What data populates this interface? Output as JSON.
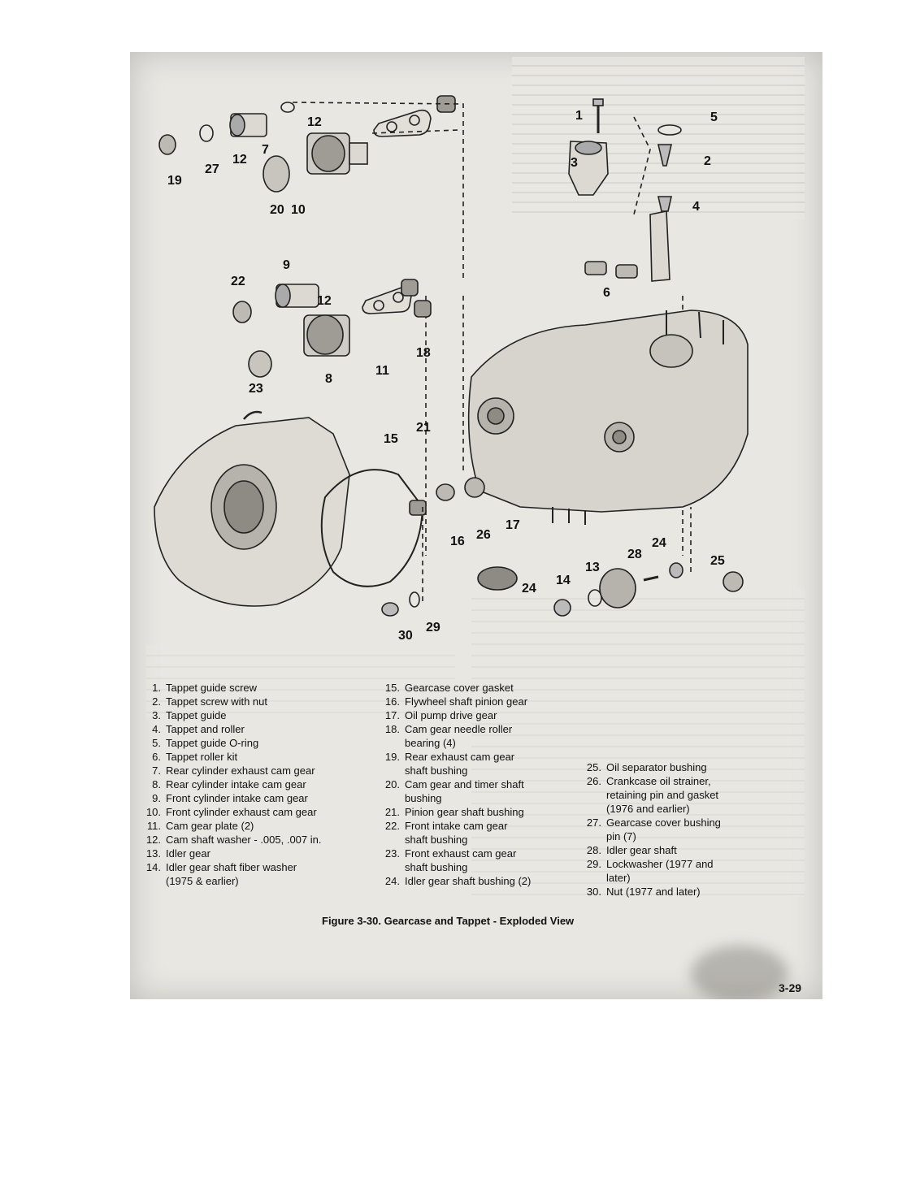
{
  "callouts": [
    {
      "id": "c1",
      "label": "1"
    },
    {
      "id": "c2",
      "label": "2"
    },
    {
      "id": "c3",
      "label": "3"
    },
    {
      "id": "c4",
      "label": "4"
    },
    {
      "id": "c5",
      "label": "5"
    },
    {
      "id": "c6",
      "label": "6"
    },
    {
      "id": "c7",
      "label": "7"
    },
    {
      "id": "c8",
      "label": "8"
    },
    {
      "id": "c9",
      "label": "9"
    },
    {
      "id": "c10",
      "label": "10"
    },
    {
      "id": "c11",
      "label": "11"
    },
    {
      "id": "c12a",
      "label": "12"
    },
    {
      "id": "c12b",
      "label": "12"
    },
    {
      "id": "c12c",
      "label": "12"
    },
    {
      "id": "c13",
      "label": "13"
    },
    {
      "id": "c14",
      "label": "14"
    },
    {
      "id": "c15",
      "label": "15"
    },
    {
      "id": "c16",
      "label": "16"
    },
    {
      "id": "c17",
      "label": "17"
    },
    {
      "id": "c18",
      "label": "18"
    },
    {
      "id": "c19",
      "label": "19"
    },
    {
      "id": "c20",
      "label": "20"
    },
    {
      "id": "c21",
      "label": "21"
    },
    {
      "id": "c22",
      "label": "22"
    },
    {
      "id": "c23",
      "label": "23"
    },
    {
      "id": "c24a",
      "label": "24"
    },
    {
      "id": "c24b",
      "label": "24"
    },
    {
      "id": "c25",
      "label": "25"
    },
    {
      "id": "c26",
      "label": "26"
    },
    {
      "id": "c27",
      "label": "27"
    },
    {
      "id": "c28",
      "label": "28"
    },
    {
      "id": "c29",
      "label": "29"
    },
    {
      "id": "c30",
      "label": "30"
    }
  ],
  "legend": {
    "col1": [
      {
        "num": "1.",
        "text": "Tappet guide screw"
      },
      {
        "num": "2.",
        "text": "Tappet screw with nut"
      },
      {
        "num": "3.",
        "text": "Tappet guide"
      },
      {
        "num": "4.",
        "text": "Tappet and roller"
      },
      {
        "num": "5.",
        "text": "Tappet guide O-ring"
      },
      {
        "num": "6.",
        "text": "Tappet roller kit"
      },
      {
        "num": "7.",
        "text": "Rear cylinder exhaust cam gear"
      },
      {
        "num": "8.",
        "text": "Rear cylinder intake cam gear"
      },
      {
        "num": "9.",
        "text": "Front cylinder intake cam gear"
      },
      {
        "num": "10.",
        "text": "Front cylinder exhaust cam gear"
      },
      {
        "num": "11.",
        "text": "Cam gear plate (2)"
      },
      {
        "num": "12.",
        "text": "Cam shaft washer - .005, .007 in."
      },
      {
        "num": "13.",
        "text": "Idler gear"
      },
      {
        "num": "14.",
        "text": "Idler gear shaft fiber washer (1975 & earlier)"
      }
    ],
    "col2": [
      {
        "num": "15.",
        "text": "Gearcase cover gasket"
      },
      {
        "num": "16.",
        "text": "Flywheel shaft pinion gear"
      },
      {
        "num": "17.",
        "text": "Oil pump drive gear"
      },
      {
        "num": "18.",
        "text": "Cam gear needle roller bearing (4)"
      },
      {
        "num": "19.",
        "text": "Rear exhaust cam gear shaft bushing"
      },
      {
        "num": "20.",
        "text": "Cam gear and timer shaft bushing"
      },
      {
        "num": "21.",
        "text": "Pinion gear shaft bushing"
      },
      {
        "num": "22.",
        "text": "Front intake cam gear shaft bushing"
      },
      {
        "num": "23.",
        "text": "Front exhaust cam gear shaft bushing"
      },
      {
        "num": "24.",
        "text": "Idler gear shaft bushing (2)"
      }
    ],
    "col3": [
      {
        "num": "25.",
        "text": "Oil separator bushing"
      },
      {
        "num": "26.",
        "text": "Crankcase oil strainer, retaining pin and gasket (1976 and earlier)"
      },
      {
        "num": "27.",
        "text": "Gearcase cover bushing pin (7)"
      },
      {
        "num": "28.",
        "text": "Idler gear shaft"
      },
      {
        "num": "29.",
        "text": "Lockwasher (1977 and later)"
      },
      {
        "num": "30.",
        "text": "Nut (1977 and later)"
      }
    ]
  },
  "caption": "Figure 3-30. Gearcase and Tappet - Exploded View",
  "page_number": "3-29"
}
